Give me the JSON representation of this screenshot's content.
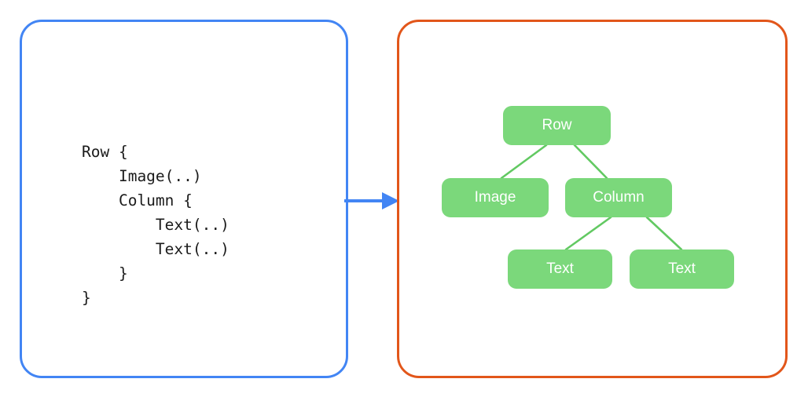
{
  "panels": {
    "code_panel": {
      "name": "code-panel",
      "border_color": "#4285f4",
      "code": "Row {\n    Image(..)\n    Column {\n        Text(..)\n        Text(..)\n    }\n}"
    },
    "tree_panel": {
      "name": "tree-panel",
      "border_color": "#e2561a"
    }
  },
  "connector": {
    "name": "arrow-right",
    "color": "#4285f4",
    "direction": "right"
  },
  "tree": {
    "node_fill": "#7bd87b",
    "node_text_color": "#ffffff",
    "edge_color": "#62c962",
    "nodes": [
      {
        "id": "row",
        "label": "Row"
      },
      {
        "id": "image",
        "label": "Image"
      },
      {
        "id": "column",
        "label": "Column"
      },
      {
        "id": "text1",
        "label": "Text"
      },
      {
        "id": "text2",
        "label": "Text"
      }
    ],
    "edges": [
      {
        "from": "row",
        "to": "image"
      },
      {
        "from": "row",
        "to": "column"
      },
      {
        "from": "column",
        "to": "text1"
      },
      {
        "from": "column",
        "to": "text2"
      }
    ]
  }
}
